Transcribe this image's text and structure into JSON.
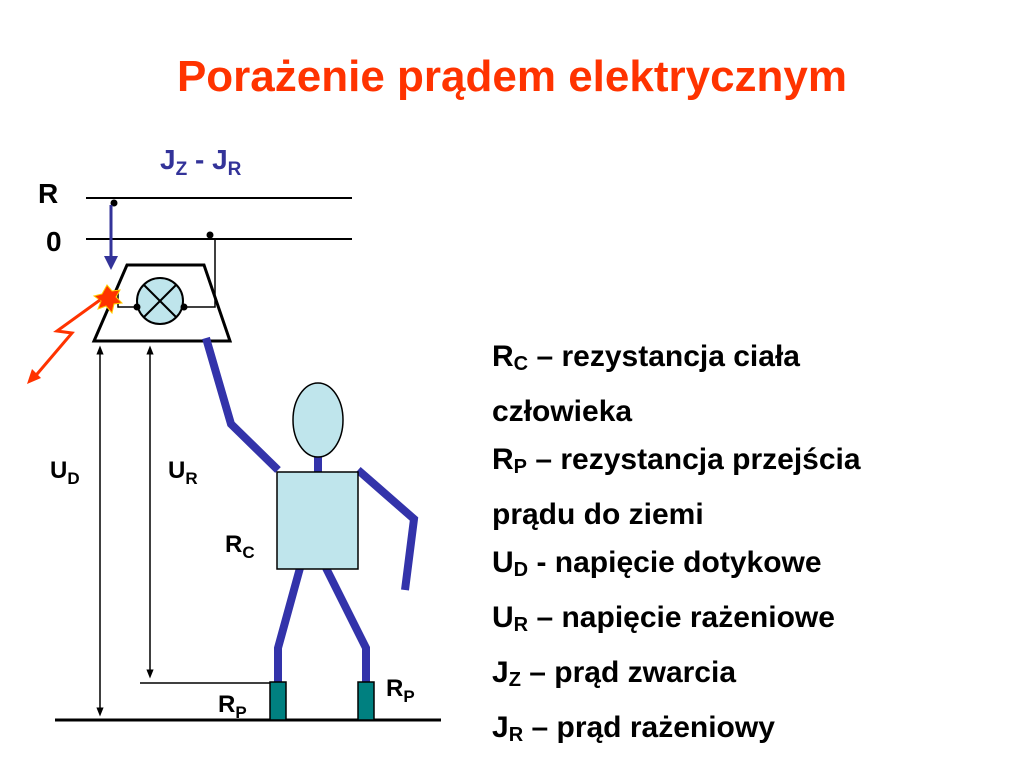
{
  "title": "Porażenie prądem elektrycznym",
  "diagram": {
    "current_label": {
      "sym1": "J",
      "sub1": "Z",
      "sep": " - ",
      "sym2": "J",
      "sub2": "R"
    },
    "line_r_label": "R",
    "line_0_label": "0",
    "ud_label": {
      "sym": "U",
      "sub": "D"
    },
    "ur_label": {
      "sym": "U",
      "sub": "R"
    },
    "rc_label": {
      "sym": "R",
      "sub": "C"
    },
    "rp_left_label": {
      "sym": "R",
      "sub": "P"
    },
    "rp_right_label": {
      "sym": "R",
      "sub": "P"
    }
  },
  "legend": [
    {
      "sym": "R",
      "sub": "C",
      "text": " – rezystancja ciała"
    },
    {
      "sym": "",
      "sub": "",
      "text": "człowieka"
    },
    {
      "sym": "R",
      "sub": "P",
      "text": " – rezystancja przejścia"
    },
    {
      "sym": "",
      "sub": "",
      "text": "prądu do ziemi"
    },
    {
      "sym": "U",
      "sub": "D",
      "text": " - napięcie dotykowe"
    },
    {
      "sym": "U",
      "sub": "R",
      "text": " – napięcie rażeniowe"
    },
    {
      "sym": "J",
      "sub": "Z",
      "text": " – prąd zwarcia"
    },
    {
      "sym": "J",
      "sub": "R",
      "text": " – prąd rażeniowy"
    }
  ],
  "colors": {
    "title": "#ff3300",
    "wire_blue": "#333399",
    "limb_blue": "#3333aa",
    "body_fill": "#bfe5ec",
    "feet_fill": "#008080",
    "spark_red": "#ff3300"
  }
}
